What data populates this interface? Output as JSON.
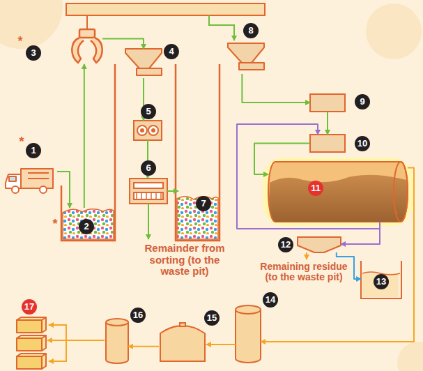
{
  "diagram": {
    "nodes": [
      {
        "text": [
          "1"
        ]
      },
      {
        "text": [
          "2"
        ]
      },
      {
        "text": [
          "3"
        ]
      },
      {
        "text": [
          "4"
        ]
      },
      {
        "text": [
          "5"
        ]
      },
      {
        "text": [
          "6"
        ]
      },
      {
        "text": [
          "7"
        ]
      },
      {
        "text": [
          "8"
        ]
      },
      {
        "text": [
          "9"
        ]
      },
      {
        "text": [
          "10"
        ]
      },
      {
        "text": [
          "11"
        ]
      },
      {
        "text": [
          "12"
        ]
      },
      {
        "text": [
          "13"
        ]
      },
      {
        "text": [
          "14"
        ]
      },
      {
        "text": [
          "15"
        ]
      },
      {
        "text": [
          "16"
        ]
      },
      {
        "text": [
          "17"
        ]
      }
    ],
    "edges": [
      {
        "from": 0,
        "to": 1,
        "arrow": "to"
      },
      {
        "from": 1,
        "to": 2,
        "arrow": "to"
      },
      {
        "from": 2,
        "to": 3,
        "arrow": "to"
      },
      {
        "from": 3,
        "to": 4,
        "arrow": "to"
      },
      {
        "from": 4,
        "to": 5,
        "arrow": "to"
      },
      {
        "from": 5,
        "to": 6,
        "arrow": "to"
      },
      {
        "from": 7,
        "to": 8,
        "arrow": "to"
      },
      {
        "from": 8,
        "to": 9,
        "arrow": "to"
      },
      {
        "from": 10,
        "to": 9,
        "arrow": "to"
      },
      {
        "from": 9,
        "to": 10,
        "arrow": "to"
      },
      {
        "from": 10,
        "to": 11,
        "arrow": "to"
      },
      {
        "from": 11,
        "to": 12,
        "arrow": "to"
      },
      {
        "from": 10,
        "to": 13,
        "arrow": "to"
      },
      {
        "from": 13,
        "to": 14,
        "arrow": "to"
      },
      {
        "from": 14,
        "to": 15,
        "arrow": "to"
      },
      {
        "from": 15,
        "to": 16,
        "arrow": "to"
      }
    ],
    "labels": [
      "*",
      "*",
      "*",
      "Remainder from sorting (to the waste pit)",
      "Remaining residue (to the waste pit)"
    ]
  }
}
